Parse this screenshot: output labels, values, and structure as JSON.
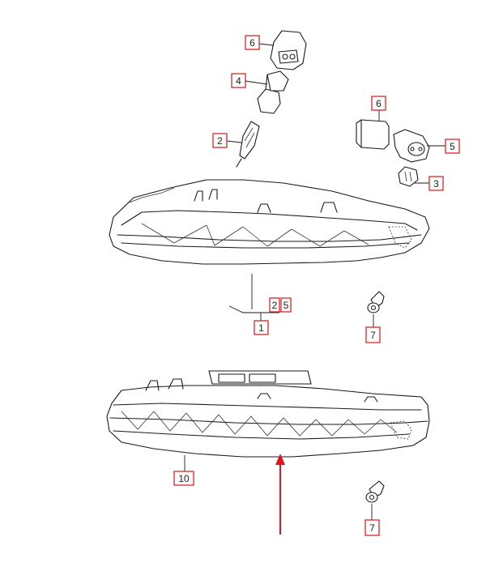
{
  "callouts": {
    "c6_top": "6",
    "c4": "4",
    "c2": "2",
    "c6_right": "6",
    "c5": "5",
    "c3": "3",
    "c1": "1",
    "c2_5a": "2",
    "c2_5b": "5",
    "c7_upper": "7",
    "c10": "10",
    "c7_lower": "7"
  },
  "colors": {
    "callout_border": "#d62a2a",
    "line_art": "#1a1a1a",
    "indicator_arrow": "#e0141e"
  }
}
